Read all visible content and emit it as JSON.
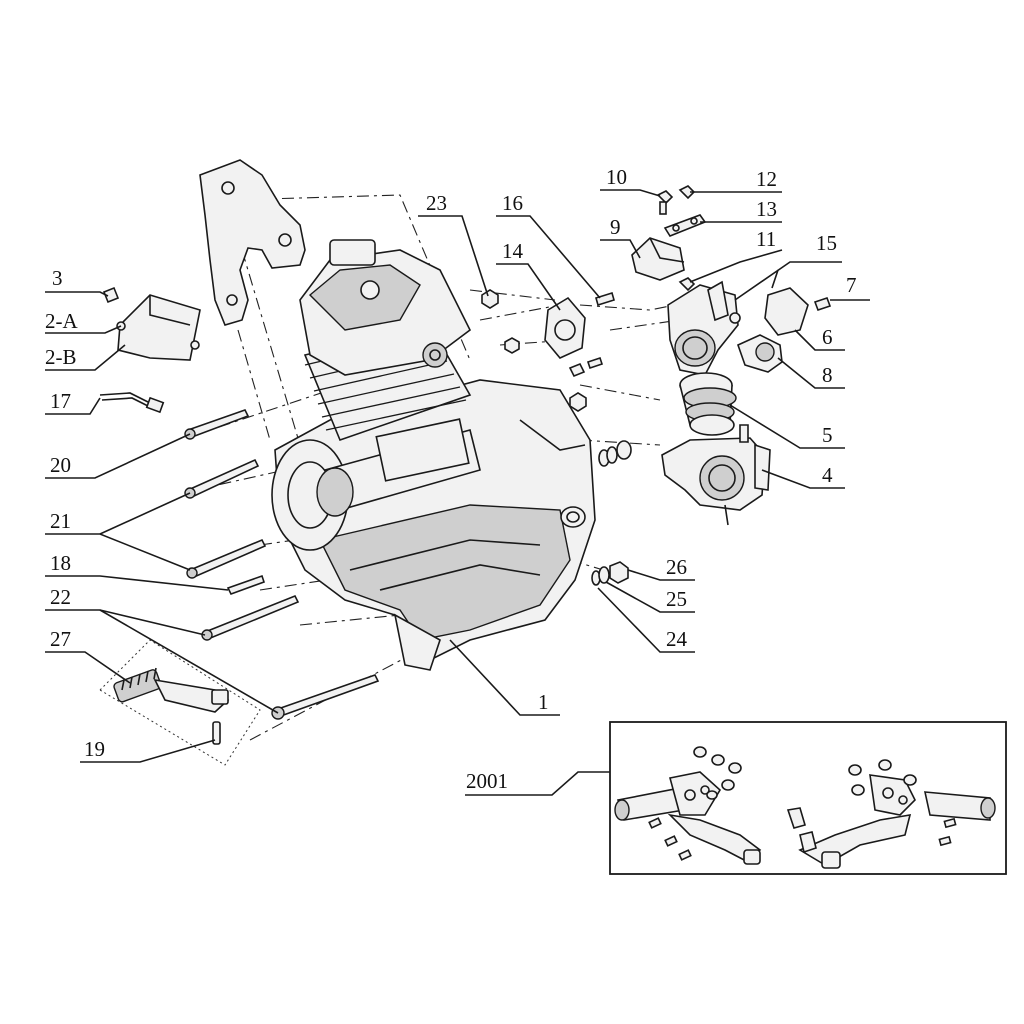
{
  "diagram": {
    "type": "exploded-parts-view",
    "labels": {
      "p1": "1",
      "p2a": "2-A",
      "p2b": "2-B",
      "p3": "3",
      "p4": "4",
      "p5": "5",
      "p6": "6",
      "p7": "7",
      "p8": "8",
      "p9": "9",
      "p10": "10",
      "p11": "11",
      "p12": "12",
      "p13": "13",
      "p14": "14",
      "p15": "15",
      "p16": "16",
      "p17": "17",
      "p18": "18",
      "p19": "19",
      "p20": "20",
      "p21": "21",
      "p22": "22",
      "p23": "23",
      "p24": "24",
      "p25": "25",
      "p26": "26",
      "p27": "27",
      "p2001": "2001"
    }
  }
}
